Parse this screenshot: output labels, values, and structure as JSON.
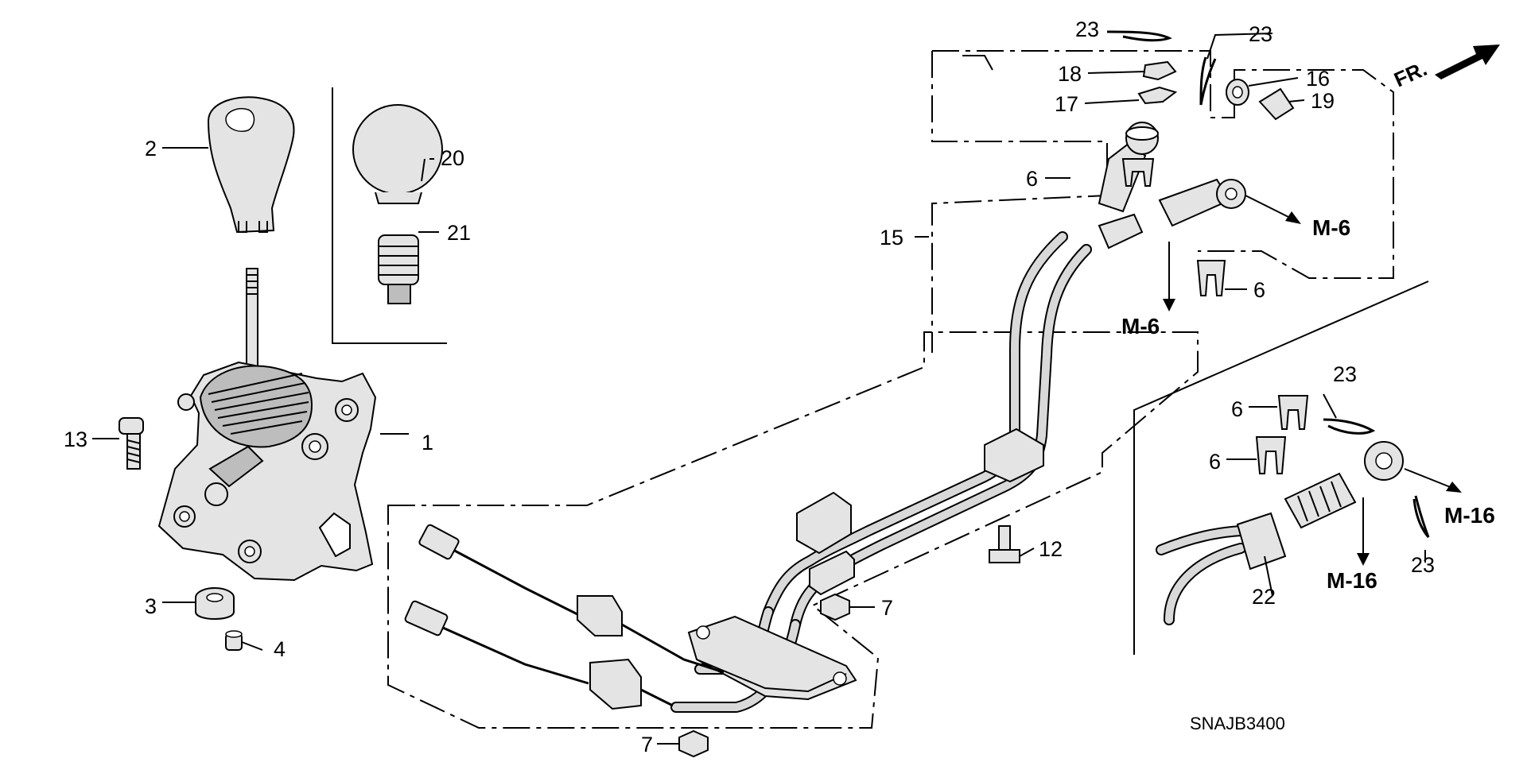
{
  "diagram": {
    "callouts": [
      "1",
      "2",
      "3",
      "4",
      "6",
      "7",
      "12",
      "13",
      "15",
      "16",
      "17",
      "18",
      "19",
      "20",
      "21",
      "22",
      "23"
    ],
    "references": {
      "m6": "M-6",
      "m16": "M-16"
    },
    "direction_label": "FR.",
    "diagram_code": "SNAJB3400"
  }
}
